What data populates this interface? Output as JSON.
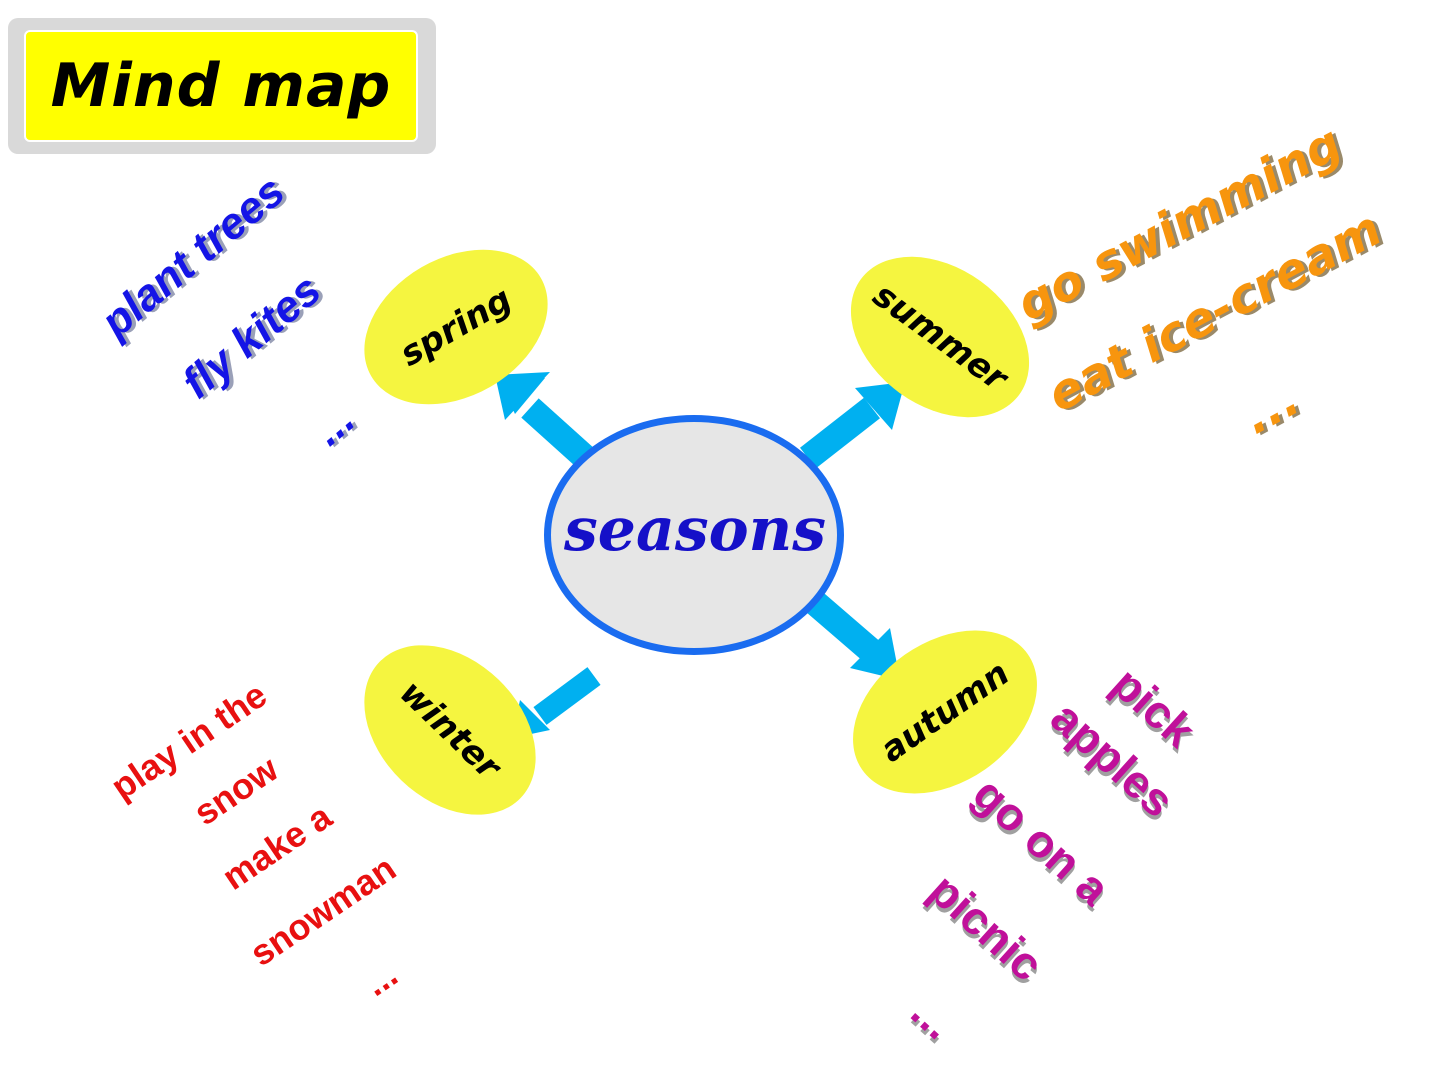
{
  "title": "Mind map",
  "center": {
    "label": "seasons"
  },
  "colors": {
    "title_bg": "#ffff00",
    "center_fill": "#e6e6e6",
    "center_border": "#1a6cf0",
    "season_fill": "#f5f540",
    "arrow": "#00b0f0",
    "spring_text": "#1414e6",
    "summer_text": "#f7950e",
    "autumn_text": "#c0109a",
    "winter_text": "#e81010"
  },
  "seasons": {
    "spring": {
      "label": "spring",
      "activities": [
        "plant trees",
        "fly kites",
        "..."
      ]
    },
    "summer": {
      "label": "summer",
      "activities": [
        "go swimming",
        "eat ice-cream",
        "..."
      ]
    },
    "autumn": {
      "label": "autumn",
      "activities": [
        "pick",
        "apples",
        "go on a",
        "picnic",
        "..."
      ]
    },
    "winter": {
      "label": "winter",
      "activities": [
        "play in the",
        "snow",
        "make a",
        "snowman",
        "..."
      ]
    }
  }
}
